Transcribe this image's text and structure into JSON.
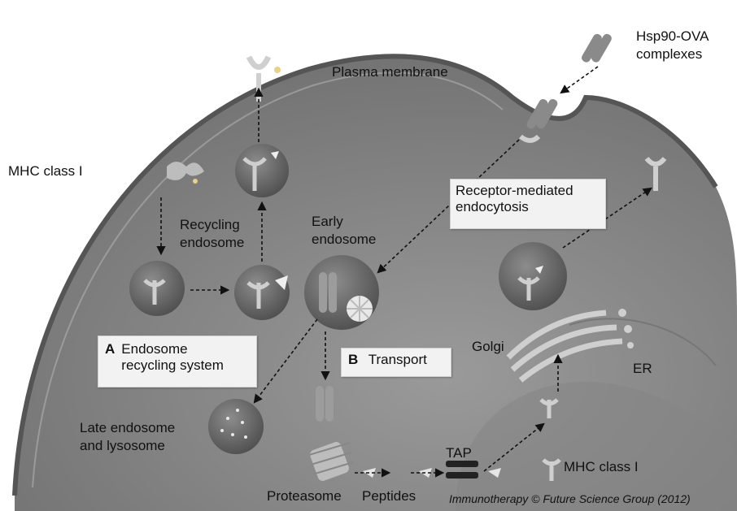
{
  "labels": {
    "plasma_membrane": "Plasma membrane",
    "hsp90_ova_line1": "Hsp90-OVA",
    "hsp90_ova_line2": "complexes",
    "mhc_class_i_left": "MHC class I",
    "receptor_line1": "Receptor-mediated",
    "receptor_line2": "endocytosis",
    "recycling_line1": "Recycling",
    "recycling_line2": "endosome",
    "early_line1": "Early",
    "early_line2": "endosome",
    "box_a_letter": "A",
    "box_a_line1": "Endosome",
    "box_a_line2": "recycling system",
    "box_b_letter": "B",
    "box_b_text": "Transport",
    "golgi": "Golgi",
    "er": "ER",
    "late_line1": "Late endosome",
    "late_line2": "and lysosome",
    "tap": "TAP",
    "mhc_class_i_bottom": "MHC class I",
    "proteasome": "Proteasome",
    "peptides": "Peptides",
    "credit": "Immunotherapy © Future Science Group (2012)"
  }
}
